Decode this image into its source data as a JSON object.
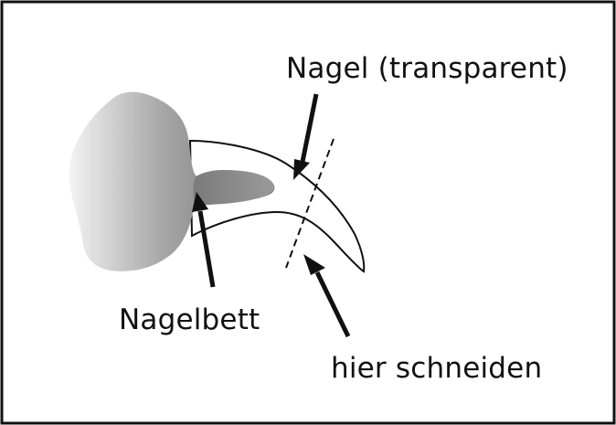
{
  "diagram": {
    "labels": {
      "nail": "Nagel (transparent)",
      "nail_bed": "Nagelbett",
      "cut_here": "hier schneiden"
    },
    "colors": {
      "background": "#ffffff",
      "outline": "#111111",
      "paw_dark": "#6d6d6d",
      "paw_light": "#f3f3f3",
      "nail_bed": "#8a8a8a"
    }
  }
}
